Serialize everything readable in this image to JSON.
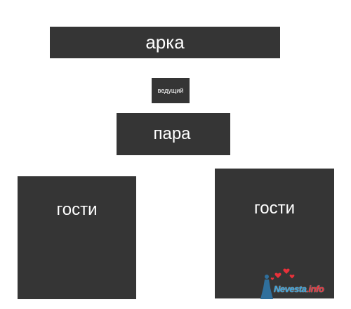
{
  "blocks": {
    "arch": "арка",
    "host": "ведущий",
    "couple": "пара",
    "guests_left": "гости",
    "guests_right": "гости"
  },
  "watermark": {
    "name": "Nevesta",
    "tld": ".info",
    "icon": "bride-with-hearts-icon",
    "colors": {
      "text": "#3aa0d8",
      "tld": "#e8313a",
      "hearts": "#e8313a",
      "figure": "#2f6f9c"
    }
  },
  "colors": {
    "block": "#353535",
    "text": "#ffffff",
    "background": "#ffffff"
  }
}
